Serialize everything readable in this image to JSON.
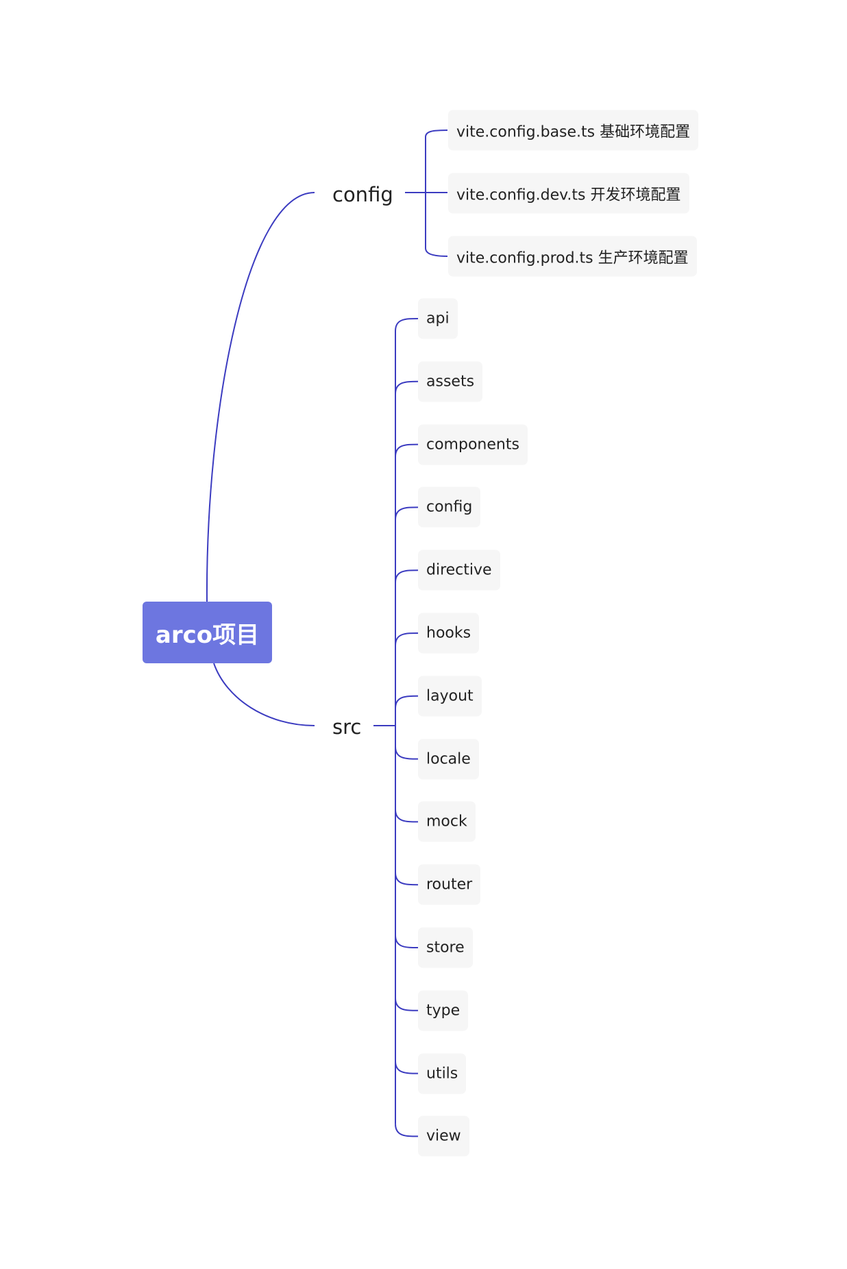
{
  "colors": {
    "root": "#6d76e0",
    "line": "#3b3bc0",
    "leaf_bg": "#f6f6f6"
  },
  "root": {
    "label": "arco项目"
  },
  "branches": [
    {
      "label": "config",
      "children": [
        "vite.config.base.ts 基础环境配置",
        "vite.config.dev.ts 开发环境配置",
        "vite.config.prod.ts  生产环境配置"
      ]
    },
    {
      "label": "src",
      "children": [
        "api",
        "assets",
        "components",
        "config",
        "directive",
        "hooks",
        "layout",
        "locale",
        "mock",
        "router",
        "store",
        "type",
        "utils",
        "view"
      ]
    }
  ]
}
